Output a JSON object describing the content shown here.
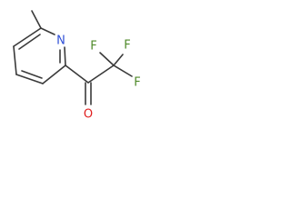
{
  "structure": {
    "atoms": {
      "nitrogen": "N",
      "fluorine_top_left": "F",
      "fluorine_top_right": "F",
      "fluorine_right": "F",
      "oxygen": "O"
    }
  },
  "colors": {
    "bond": "#3a3a3a",
    "nitrogen": "#2f4fd6",
    "fluorine": "#4f8a2a",
    "oxygen": "#e02020",
    "background": "#ffffff"
  }
}
